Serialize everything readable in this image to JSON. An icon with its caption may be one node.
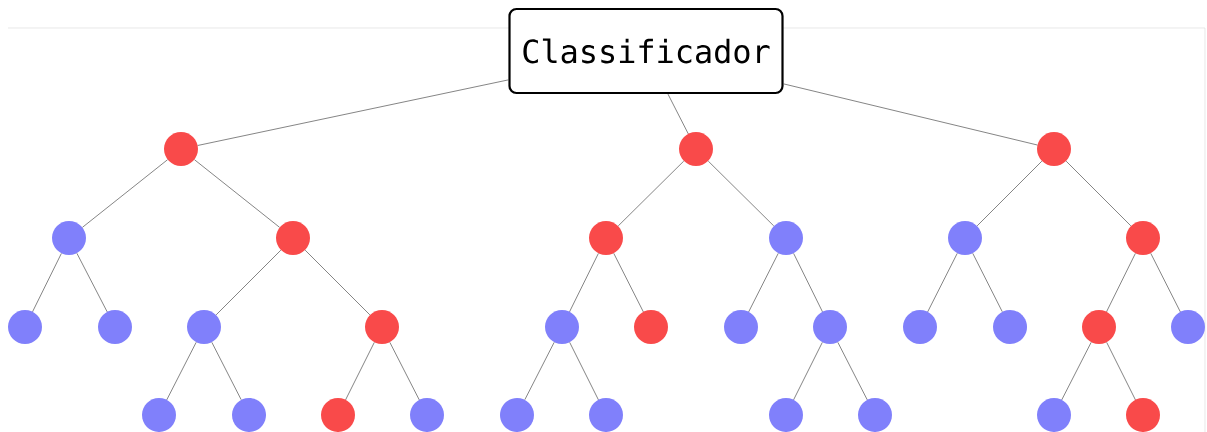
{
  "diagram": {
    "nodes": [
      {
        "text": [
          "Classificador"
        ]
      },
      {
        "text": [],
        "shape": "circle"
      },
      {
        "text": [],
        "shape": "circle"
      },
      {
        "text": [],
        "shape": "circle"
      },
      {
        "text": [],
        "shape": "circle"
      },
      {
        "text": [],
        "shape": "circle"
      },
      {
        "text": [],
        "shape": "circle"
      },
      {
        "text": [],
        "shape": "circle"
      },
      {
        "text": [],
        "shape": "circle"
      },
      {
        "text": [],
        "shape": "circle"
      },
      {
        "text": [],
        "shape": "circle"
      },
      {
        "text": [],
        "shape": "circle"
      },
      {
        "text": [],
        "shape": "circle"
      },
      {
        "text": [],
        "shape": "circle"
      },
      {
        "text": [],
        "shape": "circle"
      },
      {
        "text": [],
        "shape": "circle"
      },
      {
        "text": [],
        "shape": "circle"
      },
      {
        "text": [],
        "shape": "circle"
      },
      {
        "text": [],
        "shape": "circle"
      },
      {
        "text": [],
        "shape": "circle"
      },
      {
        "text": [],
        "shape": "circle"
      },
      {
        "text": [],
        "shape": "circle"
      },
      {
        "text": [],
        "shape": "circle"
      },
      {
        "text": [],
        "shape": "circle"
      },
      {
        "text": [],
        "shape": "circle"
      },
      {
        "text": [],
        "shape": "circle"
      },
      {
        "text": [],
        "shape": "circle"
      },
      {
        "text": [],
        "shape": "circle"
      },
      {
        "text": [],
        "shape": "circle"
      },
      {
        "text": [],
        "shape": "circle"
      },
      {
        "text": [],
        "shape": "circle"
      },
      {
        "text": [],
        "shape": "circle"
      }
    ],
    "edges": [
      {
        "from": 0,
        "to": 1,
        "arrow": "none"
      },
      {
        "from": 0,
        "to": 2,
        "arrow": "none"
      },
      {
        "from": 0,
        "to": 3,
        "arrow": "none"
      },
      {
        "from": 1,
        "to": 4,
        "arrow": "none"
      },
      {
        "from": 1,
        "to": 5,
        "arrow": "none"
      },
      {
        "from": 2,
        "to": 6,
        "arrow": "none"
      },
      {
        "from": 2,
        "to": 7,
        "arrow": "none"
      },
      {
        "from": 3,
        "to": 8,
        "arrow": "none"
      },
      {
        "from": 3,
        "to": 9,
        "arrow": "none"
      },
      {
        "from": 4,
        "to": 10,
        "arrow": "none"
      },
      {
        "from": 4,
        "to": 11,
        "arrow": "none"
      },
      {
        "from": 5,
        "to": 12,
        "arrow": "none"
      },
      {
        "from": 5,
        "to": 13,
        "arrow": "none"
      },
      {
        "from": 6,
        "to": 14,
        "arrow": "none"
      },
      {
        "from": 6,
        "to": 15,
        "arrow": "none"
      },
      {
        "from": 7,
        "to": 16,
        "arrow": "none"
      },
      {
        "from": 7,
        "to": 17,
        "arrow": "none"
      },
      {
        "from": 8,
        "to": 18,
        "arrow": "none"
      },
      {
        "from": 8,
        "to": 19,
        "arrow": "none"
      },
      {
        "from": 9,
        "to": 20,
        "arrow": "none"
      },
      {
        "from": 9,
        "to": 21,
        "arrow": "none"
      },
      {
        "from": 12,
        "to": 22,
        "arrow": "none"
      },
      {
        "from": 12,
        "to": 23,
        "arrow": "none"
      },
      {
        "from": 13,
        "to": 24,
        "arrow": "none"
      },
      {
        "from": 13,
        "to": 25,
        "arrow": "none"
      },
      {
        "from": 14,
        "to": 26,
        "arrow": "none"
      },
      {
        "from": 14,
        "to": 27,
        "arrow": "none"
      },
      {
        "from": 17,
        "to": 28,
        "arrow": "none"
      },
      {
        "from": 17,
        "to": 29,
        "arrow": "none"
      },
      {
        "from": 20,
        "to": 30,
        "arrow": "none"
      },
      {
        "from": 20,
        "to": 31,
        "arrow": "none"
      }
    ]
  }
}
